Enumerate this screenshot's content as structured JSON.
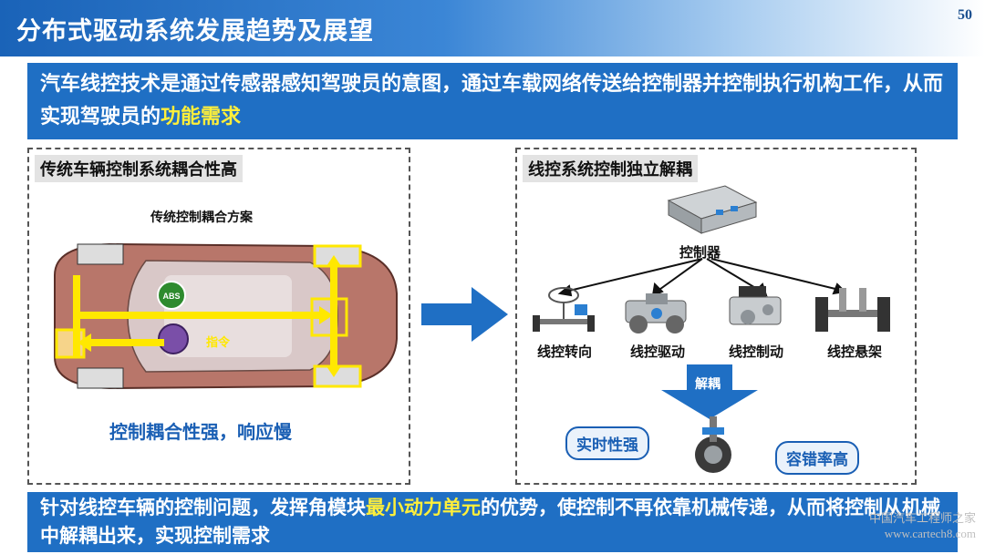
{
  "header": {
    "title": "分布式驱动系统发展趋势及展望",
    "page_number": "50"
  },
  "intro": {
    "text_main": "汽车线控技术是通过传感器感知驾驶员的意图，通过车载网络传送给控制器并控制执行机构工作，从而实现驾驶员的",
    "text_highlight": "功能需求"
  },
  "left_panel": {
    "title": "传统车辆控制系统耦合性高",
    "diagram_caption": "传统控制耦合方案",
    "abs_badge": "ABS",
    "command_label": "指令",
    "conclusion": "控制耦合性强，响应慢"
  },
  "right_panel": {
    "title": "线控系统控制独立解耦",
    "controller_label": "控制器",
    "components": [
      "线控转向",
      "线控驱动",
      "线控制动",
      "线控悬架"
    ],
    "decouple_label": "解耦",
    "benefits": [
      "实时性强",
      "容错率高"
    ]
  },
  "bottom": {
    "text_before": "针对线控车辆的控制问题，发挥角模块",
    "text_highlight": "最小动力单元",
    "text_after": "的优势，使控制不再依靠机械传递，从而将控制从机械中解耦出来，实现控制需求"
  },
  "watermark": {
    "line1": "中国汽车工程师之家",
    "line2": "www.cartech8.com"
  },
  "colors": {
    "accent_blue": "#1f6fc4",
    "highlight_yellow": "#ffef3a",
    "flow_arrow": "#ffe800"
  }
}
